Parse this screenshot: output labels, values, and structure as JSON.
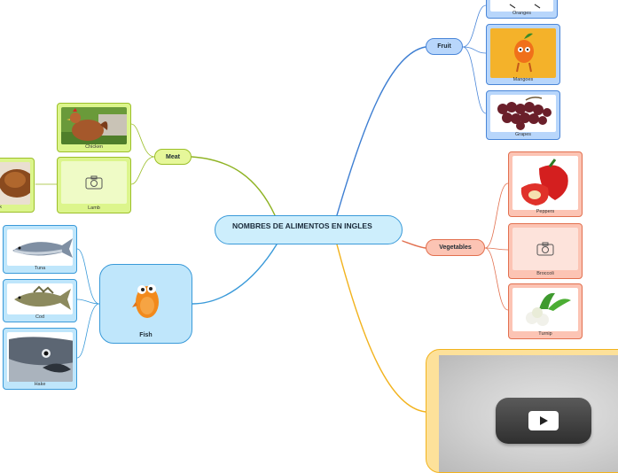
{
  "central_topic": "NOMBRES DE ALIMENTOS EN INGLES",
  "branches": {
    "meat": {
      "label": "Meat",
      "items": [
        "Chicken",
        "Lamb",
        "k"
      ]
    },
    "fish": {
      "label": "Fish",
      "items": [
        "Tuna",
        "Cod",
        "Hake"
      ]
    },
    "fruit": {
      "label": "Fruit",
      "items": [
        "Oranges",
        "Mangoes",
        "Grapes"
      ]
    },
    "vegetables": {
      "label": "Vegetables",
      "items": [
        "Peppers",
        "Broccoli",
        "Turnip"
      ]
    }
  },
  "colors": {
    "meat": "#9cbf2a",
    "fish": "#3a9ad9",
    "fruit": "#4a86d8",
    "vegetables": "#e2704f",
    "video": "#f2b31e"
  },
  "icons": {
    "placeholder": "camera-icon",
    "video": "play-button-icon",
    "fish_mascot": "orange-fish-icon"
  }
}
